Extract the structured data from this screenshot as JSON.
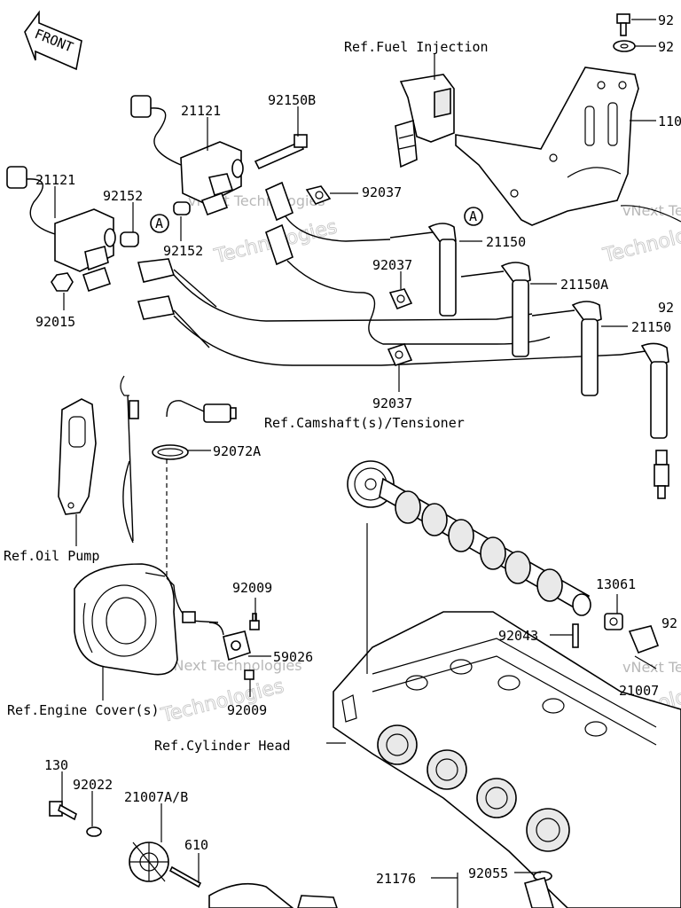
{
  "front_arrow": {
    "label": "FRONT"
  },
  "callouts": {
    "ref_fuel_injection": "Ref.Fuel Injection",
    "ref_camshaft": "Ref.Camshaft(s)/Tensioner",
    "ref_oil_pump": "Ref.Oil Pump",
    "ref_engine_cover": "Ref.Engine Cover(s)",
    "ref_cylinder_head": "Ref.Cylinder Head",
    "p_92x_top": "92",
    "p_92x_washer": "92",
    "p_110x": "110",
    "p_21121_upper": "21121",
    "p_92150b": "92150B",
    "p_21121_lower": "21121",
    "p_92152_a": "92152",
    "p_92152_b": "92152",
    "p_92037_top": "92037",
    "p_92015": "92015",
    "p_21150": "21150",
    "p_92037_mid": "92037",
    "p_21150a": "21150A",
    "p_92_right": "92",
    "p_21150_right": "21150",
    "p_92037_low": "92037",
    "p_92072a": "92072A",
    "p_92009_a": "92009",
    "p_59026": "59026",
    "p_92009_b": "92009",
    "p_13061": "13061",
    "p_92043": "92043",
    "p_92_right2": "92",
    "p_21007": "21007",
    "p_130": "130",
    "p_92022": "92022",
    "p_21007ab": "21007A/B",
    "p_610": "610",
    "p_21176": "21176",
    "p_92055": "92055",
    "marker_a": "A"
  },
  "watermarks": {
    "brand": "vNext Technologies",
    "brand_short": "Technologies"
  }
}
